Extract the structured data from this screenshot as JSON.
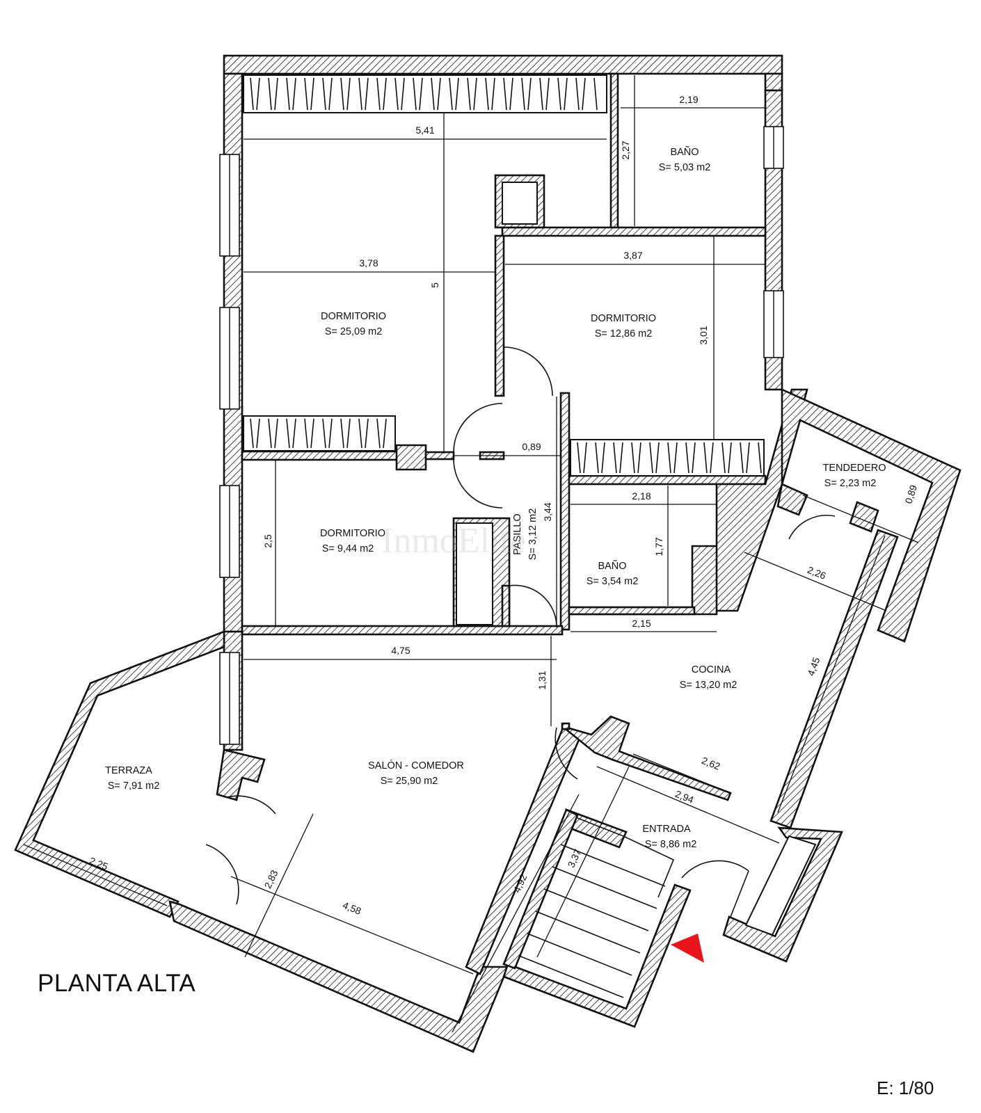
{
  "plan": {
    "title": "PLANTA ALTA",
    "scale": "E: 1/80",
    "watermark": "InmoElite",
    "entrance_arrow_color": "#e8141b",
    "wall_color": "#111111",
    "rooms": [
      {
        "id": "dormitorio-1",
        "name": "DORMITORIO",
        "area": "S= 25,09 m2"
      },
      {
        "id": "dormitorio-2",
        "name": "DORMITORIO",
        "area": "S= 12,86 m2"
      },
      {
        "id": "dormitorio-3",
        "name": "DORMITORIO",
        "area": "S= 9,44 m2"
      },
      {
        "id": "bano-1",
        "name": "BAÑO",
        "area": "S= 5,03 m2"
      },
      {
        "id": "bano-2",
        "name": "BAÑO",
        "area": "S= 3,54 m2"
      },
      {
        "id": "pasillo",
        "name": "PASILLO",
        "area": "S= 3,12 m2"
      },
      {
        "id": "tendedero",
        "name": "TENDEDERO",
        "area": "S= 2,23 m2"
      },
      {
        "id": "cocina",
        "name": "COCINA",
        "area": "S= 13,20 m2"
      },
      {
        "id": "salon-comedor",
        "name": "SALÓN - COMEDOR",
        "area": "S= 25,90 m2"
      },
      {
        "id": "terraza",
        "name": "TERRAZA",
        "area": "S= 7,91 m2"
      },
      {
        "id": "entrada",
        "name": "ENTRADA",
        "area": "S= 8,86 m2"
      }
    ],
    "dimensions": [
      "5,41",
      "2,19",
      "2,27",
      "3,78",
      "5",
      "3,87",
      "3,01",
      "0,89",
      "2,5",
      "2,18",
      "1,77",
      "3,44",
      "0,89",
      "2,26",
      "2,15",
      "4,75",
      "1,31",
      "4,45",
      "2,62",
      "2,94",
      "3,37",
      "2,25",
      "2,83",
      "4,58",
      "4,92"
    ]
  }
}
